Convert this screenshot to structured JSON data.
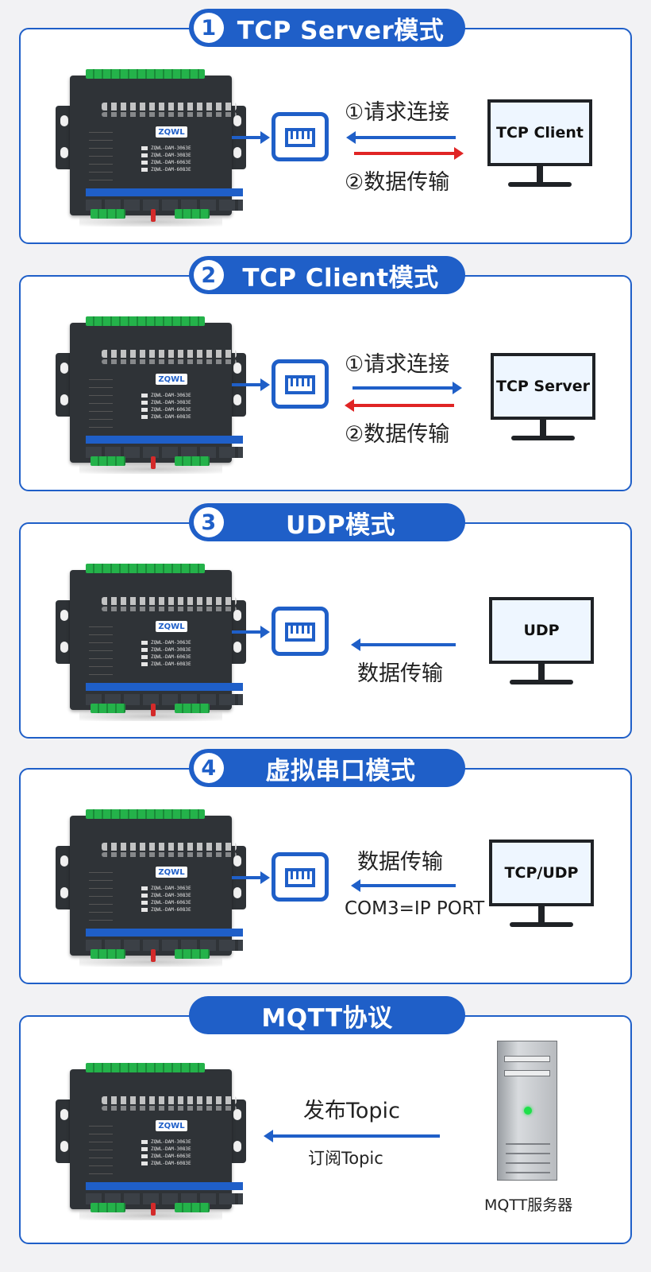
{
  "panels": [
    {
      "number": "1",
      "title": "TCP Server模式",
      "label_top": "①请求连接",
      "label_bottom": "②数据传输",
      "target": "TCP Client"
    },
    {
      "number": "2",
      "title": "TCP Client模式",
      "label_top": "①请求连接",
      "label_bottom": "②数据传输",
      "target": "TCP Server"
    },
    {
      "number": "3",
      "title": "UDP模式",
      "label_bottom": "数据传输",
      "target": "UDP"
    },
    {
      "number": "4",
      "title": "虚拟串口模式",
      "label_top": "数据传输",
      "label_bottom": "COM3=IP PORT",
      "target": "TCP/UDP"
    },
    {
      "title": "MQTT协议",
      "label_top": "发布Topic",
      "label_bottom": "订阅Topic",
      "target": "MQTT服务器"
    }
  ],
  "device": {
    "logo": "ZQWL",
    "models": [
      "ZQWL-DAM-3063E",
      "ZQWL-DAM-3083E",
      "ZQWL-DAM-6063E",
      "ZQWL-DAM-6083E"
    ]
  },
  "colors": {
    "accent": "#1f5fc8",
    "arrow_red": "#e02424"
  }
}
